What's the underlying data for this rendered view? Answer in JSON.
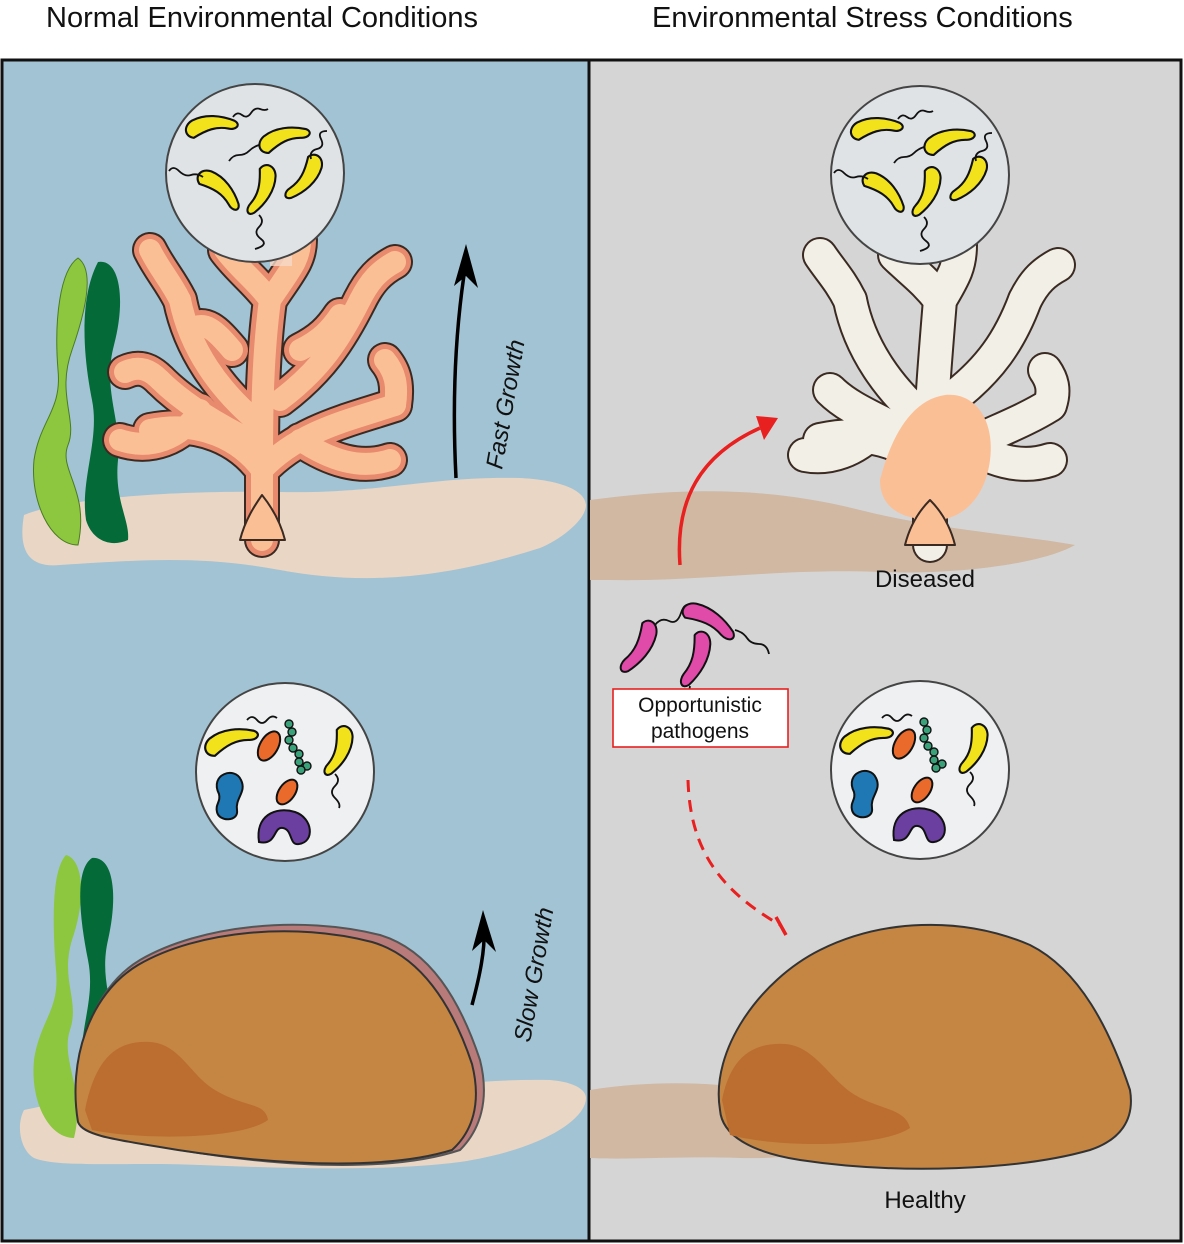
{
  "panels": {
    "left_title": "Normal Environmental Conditions",
    "right_title": "Environmental Stress Conditions"
  },
  "labels": {
    "fast_growth": "Fast Growth",
    "slow_growth": "Slow Growth",
    "diseased": "Diseased",
    "healthy": "Healthy",
    "pathogens_line1": "Opportunistic",
    "pathogens_line2": "pathogens"
  },
  "colors": {
    "normal_water": "#a2c3d4",
    "stress_water": "#d5d5d5",
    "sediment": "#ead6c4",
    "branching_coral": "#fbbf96",
    "branching_coral_tissue": "#e78a6d",
    "bleached_coral": "#f2efe6",
    "massive_coral": "#c58543",
    "massive_coral_shadow": "#bb6e30",
    "seaweed_light": "#8dc63f",
    "seaweed_dark": "#046a38",
    "commensal_bacteria": "#f2e21c",
    "pathogen_bacteria": "#e04aa8",
    "pathogen_arrow": "#e8201f",
    "bacteria_orange": "#ea6a2c",
    "bacteria_blue": "#1f78b4",
    "bacteria_purple": "#6a3fa0",
    "bacteria_chain": "#3aa27a"
  }
}
